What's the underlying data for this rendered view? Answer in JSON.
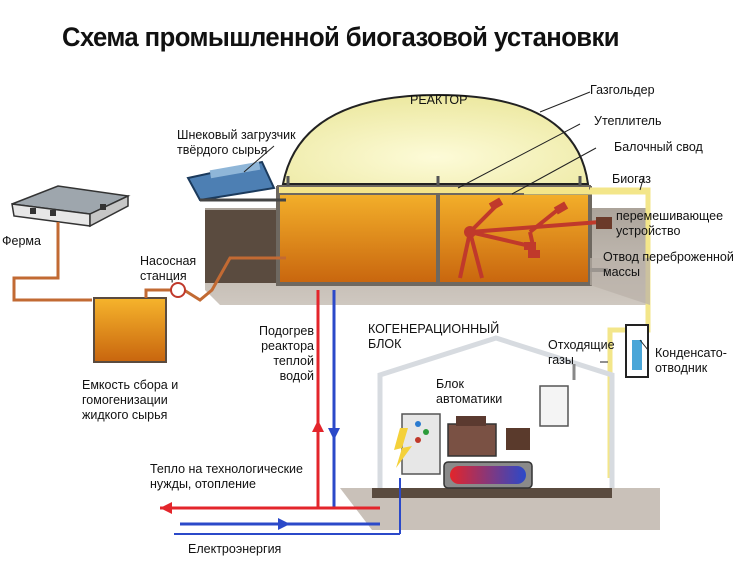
{
  "title": "Схема промышленной биогазовой установки",
  "labels": {
    "reactor": "РЕАКТОР",
    "gasholder": "Газгольдер",
    "insulation": "Утеплитель",
    "beam_vault": "Балочный свод",
    "biogas": "Биогаз",
    "mixer_line1": "перемешивающее",
    "mixer_line2": "устройство",
    "discharge_line1": "Отвод переброженной",
    "discharge_line2": "массы",
    "screw_loader_line1": "Шнековый загрузчик",
    "screw_loader_line2": "твёрдого сырья",
    "farm": "Ферма",
    "pump_line1": "Насосная",
    "pump_line2": "станция",
    "tank_line1": "Емкость сбора и",
    "tank_line2": "гомогенизации",
    "tank_line3": "жидкого сырья",
    "heating_line1": "Подогрев",
    "heating_line2": "реактора",
    "heating_line3": "теплой",
    "heating_line4": "водой",
    "cogen_line1": "КОГЕНЕРАЦИОННЫЙ",
    "cogen_line2": "БЛОК",
    "exhaust_line1": "Отходящие",
    "exhaust_line2": "газы",
    "condensate_line1": "Конденсато-",
    "condensate_line2": "отводник",
    "automation_line1": "Блок",
    "automation_line2": "автоматики",
    "heat_line1": "Тепло на технологические",
    "heat_line2": "нужды, отопление",
    "electricity": "Електроэнергия"
  }
}
